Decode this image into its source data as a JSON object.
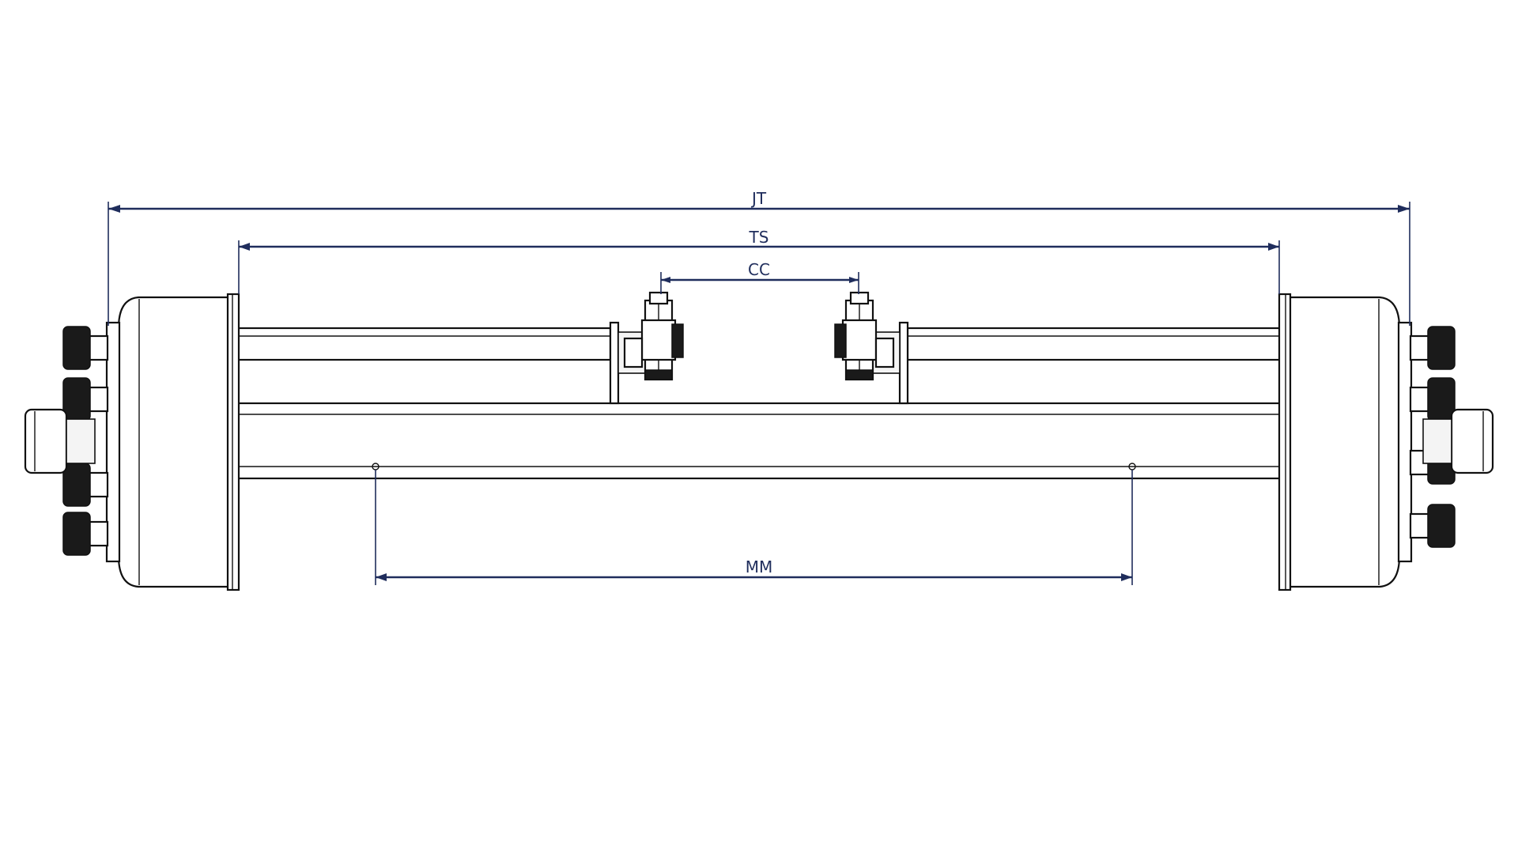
{
  "drawing": {
    "subject": "trailer-axle-front-view",
    "line_color": "#111111",
    "dimension_color": "#1f2d5c",
    "background": "#ffffff"
  },
  "dimensions": {
    "jt": {
      "label": "JT"
    },
    "ts": {
      "label": "TS"
    },
    "cc": {
      "label": "CC"
    },
    "mm": {
      "label": "MM"
    }
  }
}
